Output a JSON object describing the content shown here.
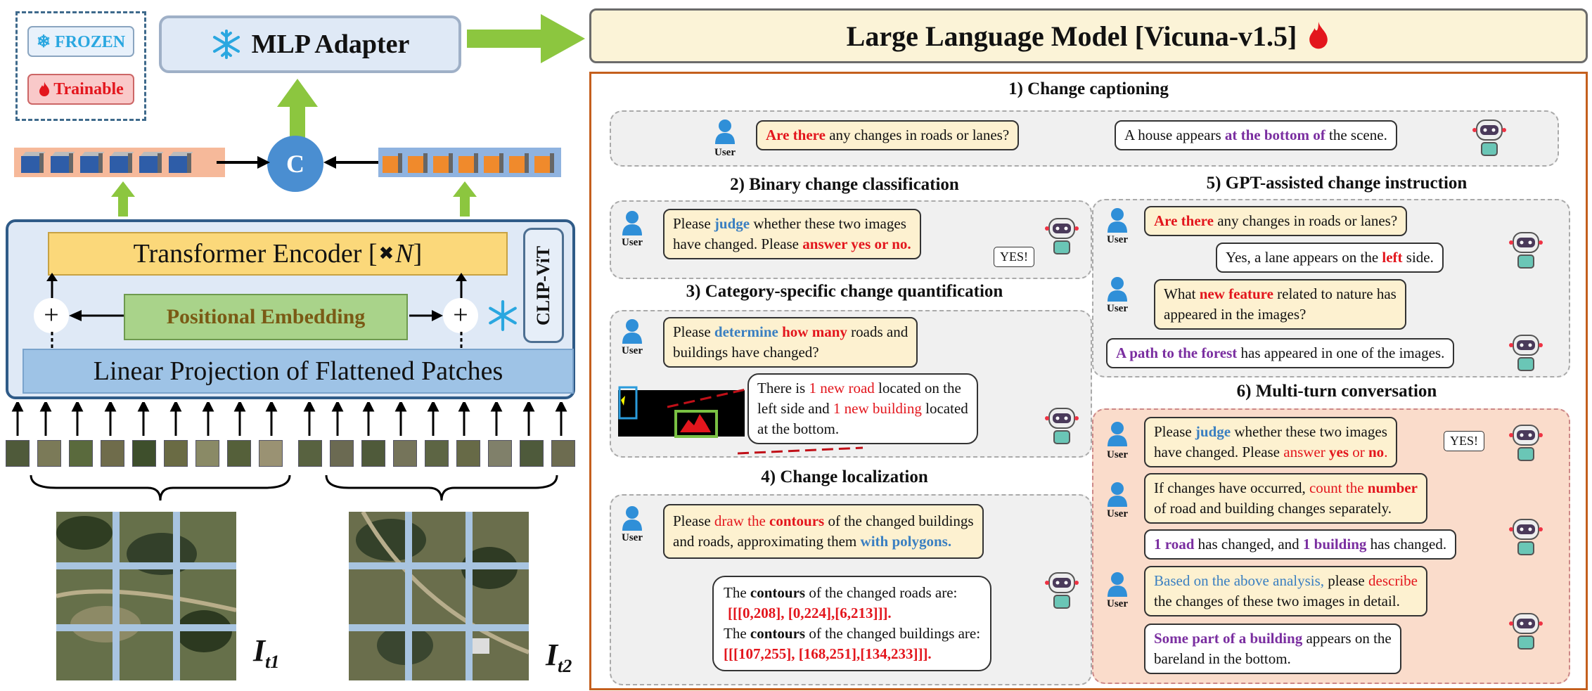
{
  "legend": {
    "frozen": "❄ FROZEN",
    "trainable": "Trainable"
  },
  "mlp": {
    "label": "MLP Adapter"
  },
  "concat": {
    "label": "C"
  },
  "llm": {
    "label": "Large Language Model [Vicuna-v1.5]"
  },
  "encoder": {
    "transformer": "Transformer Encoder [",
    "times": "✖",
    "n": "N",
    "close": "]",
    "clip": "CLIP-ViT",
    "positional": "Positional Embedding",
    "projection": "Linear Projection of Flattened Patches"
  },
  "images": {
    "t1_main": "I",
    "t1_sub": "t1",
    "t2_main": "I",
    "t2_sub": "t2"
  },
  "user_label": "User",
  "colors": {
    "arrow_green": "#8cc63f",
    "frozen_blue": "#2aa7e0",
    "trainable_red": "#e3161d",
    "panel_border": "#c45f1d"
  },
  "sections": {
    "s1": {
      "title": "1) Change captioning",
      "q": [
        "Are there",
        " any changes in roads or lanes?"
      ],
      "a": [
        "A house appears ",
        "at the bottom of",
        " the scene."
      ]
    },
    "s2": {
      "title": "2) Binary change classification",
      "q1": [
        "Please ",
        "judge",
        " whether these two images"
      ],
      "q2": [
        "have changed. Please ",
        "answer yes or no."
      ],
      "yes": "YES!"
    },
    "s3": {
      "title": "3) Category-specific change quantification",
      "q1": [
        "Please ",
        "determine",
        " ",
        "how many",
        " roads and"
      ],
      "q2": "buildings have changed?",
      "a1": [
        "There is ",
        "1 new road",
        " located on the"
      ],
      "a2": [
        "left side and ",
        "1 new building",
        " located"
      ],
      "a3": "at the bottom."
    },
    "s4": {
      "title": "4) Change localization",
      "q1": [
        "Please ",
        "draw the ",
        "contours",
        " of the changed buildings"
      ],
      "q2": [
        "and roads, approximating them ",
        "with polygons."
      ],
      "a1": [
        "The ",
        "contours",
        " of the changed roads are:"
      ],
      "a2": "[[[0,208], [0,224],[6,213]]].",
      "a3": [
        "The ",
        "contours",
        " of the changed buildings are:"
      ],
      "a4": "[[[107,255], [168,251],[134,233]]]."
    },
    "s5": {
      "title": "5) GPT-assisted change instruction",
      "q1": [
        "Are there",
        " any changes in roads or lanes?"
      ],
      "a1": [
        "Yes, a lane appears on the ",
        "left",
        " side."
      ],
      "q2a": [
        "What ",
        "new feature",
        " related to nature has"
      ],
      "q2b": "appeared in the images?",
      "a2": [
        "A path to the forest",
        " has appeared in one of the images."
      ]
    },
    "s6": {
      "title": "6) Multi-turn conversation",
      "q1a": [
        "Please ",
        "judge",
        " whether these two images"
      ],
      "q1b": [
        "have changed. Please ",
        "answer ",
        "yes",
        " or ",
        "no",
        "."
      ],
      "yes": "YES!",
      "q2a": [
        "If changes have occurred, ",
        "count the ",
        "number"
      ],
      "q2b": "of road and building changes separately.",
      "a2": [
        "1 road",
        " has changed, and ",
        "1 building",
        " has changed."
      ],
      "q3a": [
        "Based on the above analysis,",
        " please ",
        "describe"
      ],
      "q3b": "the changes of these two images in detail.",
      "a3a": [
        "Some part of a building",
        " appears on the"
      ],
      "a3b": "bareland in the bottom."
    }
  }
}
